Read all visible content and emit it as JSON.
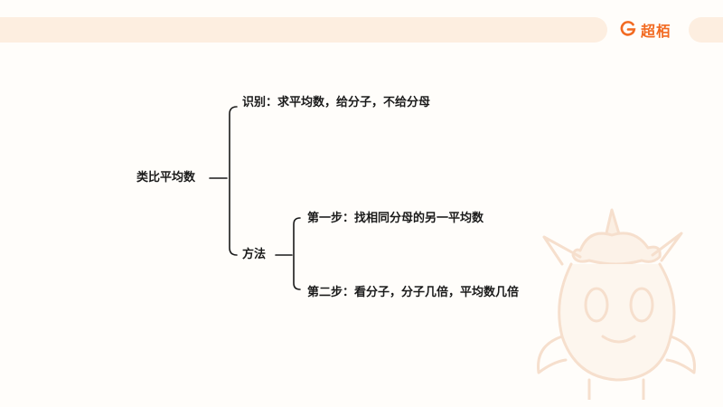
{
  "header": {
    "brand": "超栢",
    "accent_color": "#f26a21",
    "bar_color": "#fdeee0"
  },
  "mindmap": {
    "root": "类比平均数",
    "identify": "识别：求平均数，给分子，不给分母",
    "method": "方法",
    "step1": "第一步：找相同分母的另一平均数",
    "step2": "第二步：看分子，分子几倍，平均数几倍"
  }
}
